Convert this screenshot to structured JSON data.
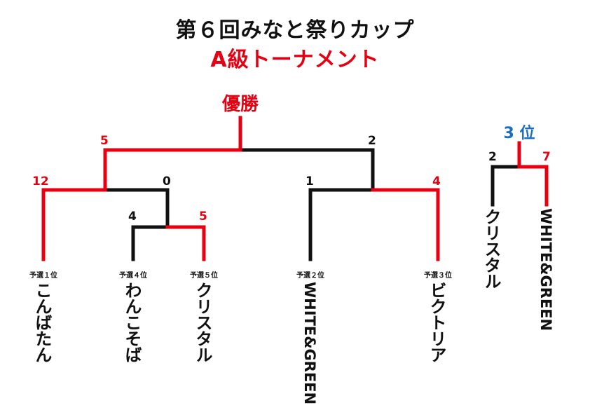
{
  "title": "第６回みなと祭りカップ",
  "subtitle": "A級トーナメント",
  "champion_label": "優勝",
  "third_place_label": "3 位",
  "colors": {
    "winner": "#e60012",
    "loser": "#111111",
    "third_place": "#1a6fc0"
  },
  "teams": [
    {
      "seed": "予選１位",
      "name": "こんばたん"
    },
    {
      "seed": "予選４位",
      "name": "わんこそば"
    },
    {
      "seed": "予選５位",
      "name": "クリスタル"
    },
    {
      "seed": "予選２位",
      "name": "WHITE&GREEN"
    },
    {
      "seed": "予選３位",
      "name": "ビクトリア"
    }
  ],
  "scores": {
    "r1": {
      "wanko": "4",
      "crystal": "5"
    },
    "r2": {
      "konbatan": "12",
      "r1_winner": "0"
    },
    "r2b": {
      "white": "1",
      "victoria": "4"
    },
    "final": {
      "left": "5",
      "right": "2"
    },
    "third": {
      "crystal": "2",
      "white": "7"
    }
  },
  "third_place_teams": [
    "クリスタル",
    "WHITE&GREEN"
  ]
}
